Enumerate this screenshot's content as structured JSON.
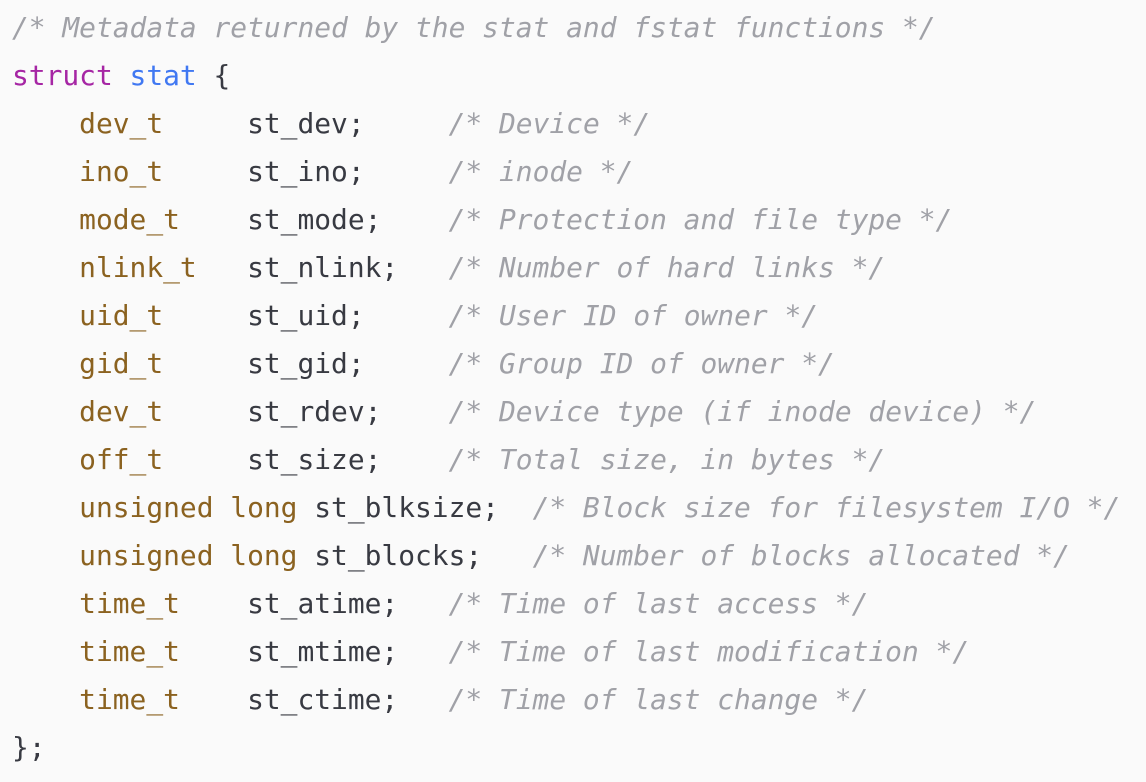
{
  "code": {
    "language": "c",
    "lines": [
      [
        {
          "k": "comment",
          "t": "/* Metadata returned by the stat and fstat functions */"
        }
      ],
      [
        {
          "k": "kw",
          "t": "struct"
        },
        {
          "k": "text",
          "t": " "
        },
        {
          "k": "name",
          "t": "stat"
        },
        {
          "k": "text",
          "t": " {"
        }
      ],
      [
        {
          "k": "text",
          "t": "    "
        },
        {
          "k": "type",
          "t": "dev_t"
        },
        {
          "k": "text",
          "t": "     st_dev;     "
        },
        {
          "k": "comment",
          "t": "/* Device */"
        }
      ],
      [
        {
          "k": "text",
          "t": "    "
        },
        {
          "k": "type",
          "t": "ino_t"
        },
        {
          "k": "text",
          "t": "     st_ino;     "
        },
        {
          "k": "comment",
          "t": "/* inode */"
        }
      ],
      [
        {
          "k": "text",
          "t": "    "
        },
        {
          "k": "type",
          "t": "mode_t"
        },
        {
          "k": "text",
          "t": "    st_mode;    "
        },
        {
          "k": "comment",
          "t": "/* Protection and file type */"
        }
      ],
      [
        {
          "k": "text",
          "t": "    "
        },
        {
          "k": "type",
          "t": "nlink_t"
        },
        {
          "k": "text",
          "t": "   st_nlink;   "
        },
        {
          "k": "comment",
          "t": "/* Number of hard links */"
        }
      ],
      [
        {
          "k": "text",
          "t": "    "
        },
        {
          "k": "type",
          "t": "uid_t"
        },
        {
          "k": "text",
          "t": "     st_uid;     "
        },
        {
          "k": "comment",
          "t": "/* User ID of owner */"
        }
      ],
      [
        {
          "k": "text",
          "t": "    "
        },
        {
          "k": "type",
          "t": "gid_t"
        },
        {
          "k": "text",
          "t": "     st_gid;     "
        },
        {
          "k": "comment",
          "t": "/* Group ID of owner */"
        }
      ],
      [
        {
          "k": "text",
          "t": "    "
        },
        {
          "k": "type",
          "t": "dev_t"
        },
        {
          "k": "text",
          "t": "     st_rdev;    "
        },
        {
          "k": "comment",
          "t": "/* Device type (if inode device) */"
        }
      ],
      [
        {
          "k": "text",
          "t": "    "
        },
        {
          "k": "type",
          "t": "off_t"
        },
        {
          "k": "text",
          "t": "     st_size;    "
        },
        {
          "k": "comment",
          "t": "/* Total size, in bytes */"
        }
      ],
      [
        {
          "k": "text",
          "t": "    "
        },
        {
          "k": "type",
          "t": "unsigned long"
        },
        {
          "k": "text",
          "t": " st_blksize;  "
        },
        {
          "k": "comment",
          "t": "/* Block size for filesystem I/O */"
        }
      ],
      [
        {
          "k": "text",
          "t": "    "
        },
        {
          "k": "type",
          "t": "unsigned long"
        },
        {
          "k": "text",
          "t": " st_blocks;   "
        },
        {
          "k": "comment",
          "t": "/* Number of blocks allocated */"
        }
      ],
      [
        {
          "k": "text",
          "t": "    "
        },
        {
          "k": "type",
          "t": "time_t"
        },
        {
          "k": "text",
          "t": "    st_atime;   "
        },
        {
          "k": "comment",
          "t": "/* Time of last access */"
        }
      ],
      [
        {
          "k": "text",
          "t": "    "
        },
        {
          "k": "type",
          "t": "time_t"
        },
        {
          "k": "text",
          "t": "    st_mtime;   "
        },
        {
          "k": "comment",
          "t": "/* Time of last modification */"
        }
      ],
      [
        {
          "k": "text",
          "t": "    "
        },
        {
          "k": "type",
          "t": "time_t"
        },
        {
          "k": "text",
          "t": "    st_ctime;   "
        },
        {
          "k": "comment",
          "t": "/* Time of last change */"
        }
      ],
      [
        {
          "k": "text",
          "t": "};"
        }
      ]
    ]
  }
}
